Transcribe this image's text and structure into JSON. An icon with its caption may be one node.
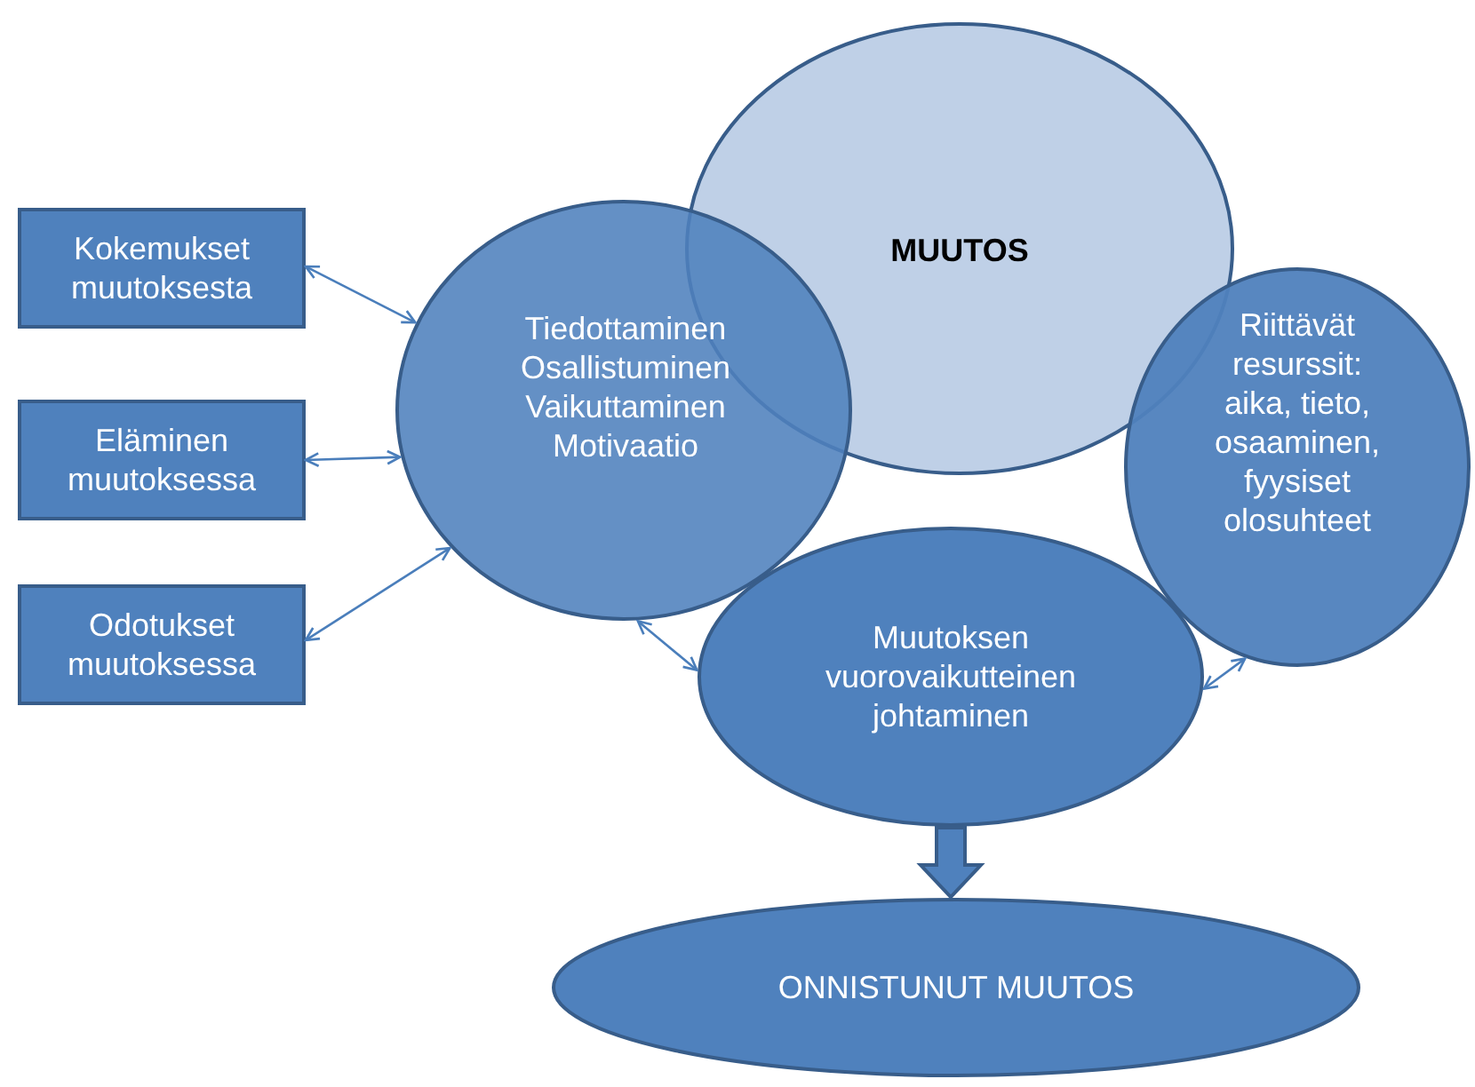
{
  "diagram": {
    "nodes": [
      {
        "text": [
          "MUUTOS"
        ]
      },
      {
        "text": [
          "Tiedottaminen Osallistuminen Vaikuttaminen Motivaatio"
        ]
      },
      {
        "text": [
          "Kokemukset muutoksesta"
        ]
      },
      {
        "text": [
          "Eläminen muutoksessa"
        ]
      },
      {
        "text": [
          "Odotukset muutoksessa"
        ]
      },
      {
        "text": [
          "Riittävät resurssit: aika, tieto, osaaminen, fyysiset olosuhteet"
        ]
      },
      {
        "text": [
          "Muutoksen vuorovaikutteinen johtaminen"
        ]
      },
      {
        "text": [
          "ONNISTUNUT MUUTOS"
        ]
      }
    ],
    "edges": [
      {
        "from": 2,
        "to": 1,
        "arrow": "both"
      },
      {
        "from": 3,
        "to": 1,
        "arrow": "both"
      },
      {
        "from": 4,
        "to": 1,
        "arrow": "both"
      },
      {
        "from": 1,
        "to": 6,
        "arrow": "both"
      },
      {
        "from": 6,
        "to": 5,
        "arrow": "both"
      },
      {
        "from": 6,
        "to": 7,
        "arrow": "to",
        "style": "thick"
      }
    ]
  }
}
